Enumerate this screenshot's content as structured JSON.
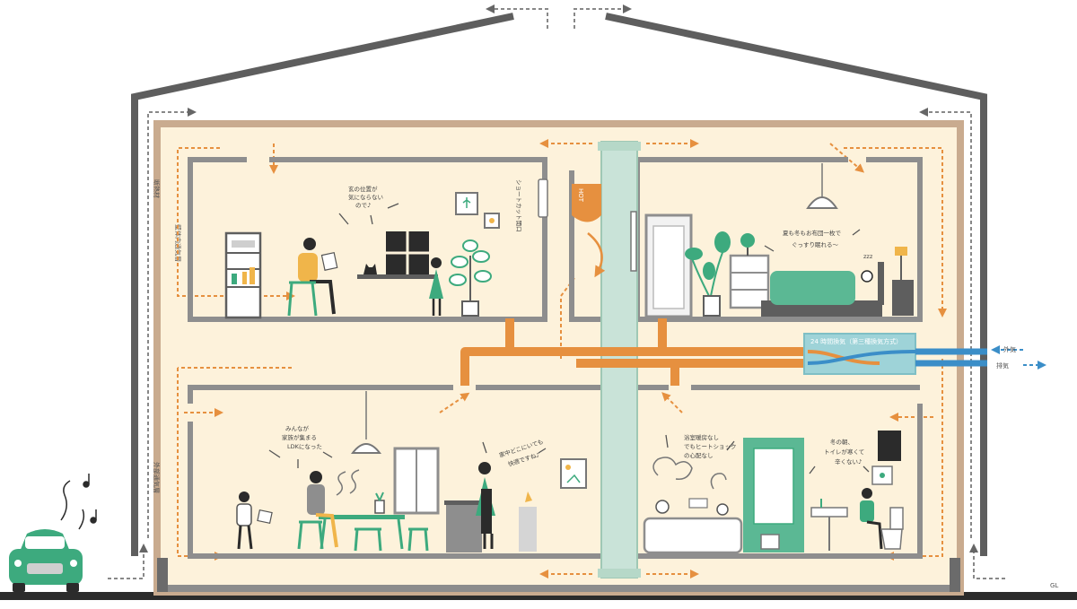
{
  "colors": {
    "house_fill": "#fdf2db",
    "wall_outline": "#c9ab8f",
    "frame": "#5e5e5e",
    "interior_wall": "#8e8e8e",
    "duct_orange": "#e6903f",
    "vertical_duct": "#c9e3d8",
    "outdoor_blue": "#3b8ec8",
    "accent_green": "#3daa7e",
    "accent_yellow": "#f0b54a"
  },
  "labels": {
    "insulation": "断熱材",
    "wall_vent": "壁体内通気層",
    "outer_vent": "外部通気層",
    "shortcut": "ショートカット開口",
    "ventilation_unit": "24 時間換気（第三種換気方式）",
    "outside_air": "外気",
    "exhaust": "排気",
    "hot": "HOT",
    "gl": "GL",
    "zzz": "zzz"
  },
  "speech": {
    "upper_left": [
      "玄の位置が",
      "気にならない",
      "ので♪"
    ],
    "upper_right": [
      "夏も冬もお布団一枚で",
      "ぐっすり眠れる〜"
    ],
    "lower_left": [
      "みんなが",
      "家族が集まる",
      "LDKになった"
    ],
    "lower_kitchen": [
      "家中どこにいても",
      "快適ですね♪"
    ],
    "lower_bath": [
      "浴室暖房なし",
      "でもヒートショック",
      "の心配なし"
    ],
    "lower_toilet": [
      "冬の朝、",
      "トイレが寒くて",
      "辛くない♪"
    ]
  }
}
